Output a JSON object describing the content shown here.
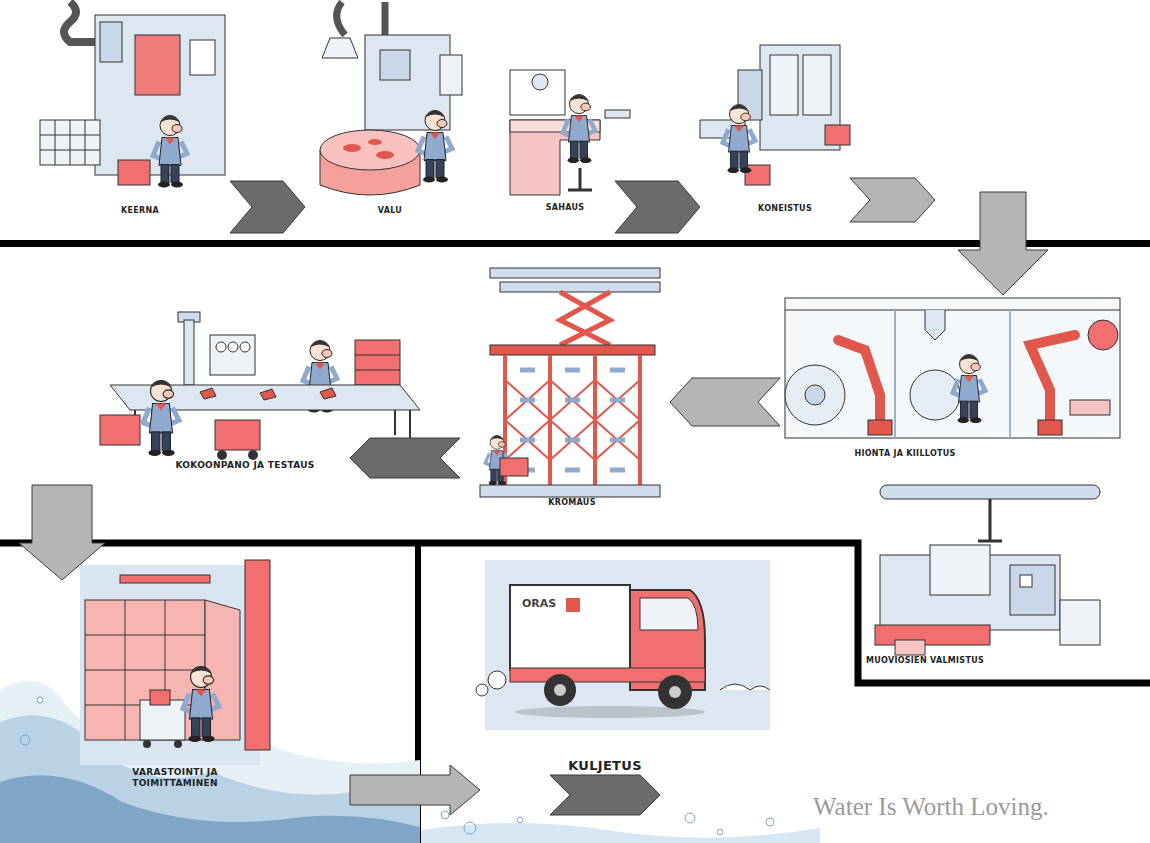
{
  "diagram": {
    "nodes": [
      {
        "text": [
          "KEERNA"
        ]
      },
      {
        "text": [
          "VALU"
        ]
      },
      {
        "text": [
          "SAHAUS"
        ]
      },
      {
        "text": [
          "KONEISTUS"
        ]
      },
      {
        "text": [
          "HIONTA JA KIILLOTUS"
        ]
      },
      {
        "text": [
          "MUOVIOSIEN VALMISTUS"
        ]
      },
      {
        "text": [
          "KROMAUS"
        ]
      },
      {
        "text": [
          "KOKOONPANO JA TESTAUS"
        ]
      },
      {
        "text": [
          "VARASTOINTI JA TOIMITTAMINEN"
        ]
      },
      {
        "text": [
          "KULJETUS"
        ]
      }
    ],
    "edges": [
      {
        "from": 0,
        "to": 1,
        "arrow": "to"
      },
      {
        "from": 2,
        "to": 3,
        "arrow": "to"
      },
      {
        "from": 3,
        "to": 4,
        "arrow": "to"
      },
      {
        "from": 4,
        "to": 6,
        "arrow": "to"
      },
      {
        "from": 6,
        "to": 7,
        "arrow": "to"
      },
      {
        "from": 7,
        "to": 8,
        "arrow": "to"
      },
      {
        "from": 8,
        "to": 9,
        "arrow": "to"
      }
    ],
    "labels": [
      "ORAS",
      "Water Is Worth Loving."
    ]
  }
}
